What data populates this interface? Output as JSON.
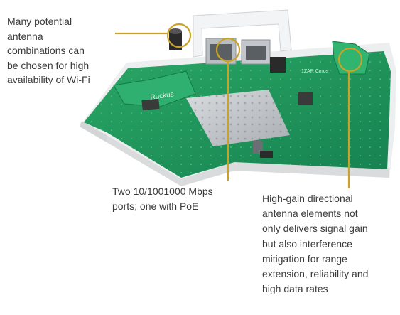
{
  "callouts": [
    {
      "id": "antenna-combinations",
      "text": "Many potential\nantenna\ncombinations can\nbe chosen for high\navailability of Wi-Fi"
    },
    {
      "id": "ethernet-ports",
      "text": "Two 10/1001000 Mbps\nports;  one with PoE"
    },
    {
      "id": "directional-antenna",
      "text": "High-gain directional\nantenna elements not\nonly delivers signal gain\nbut also interference\nmitigation for range\nextension, reliability and\nhigh data rates"
    }
  ],
  "board": {
    "brand_mark": "Ruckus",
    "silkscreen_label": "1ZAR Cmos"
  },
  "colors": {
    "callout_line": "#c9a227",
    "pcb": "#1f9a5a",
    "enclosure": "#eef0f2"
  }
}
